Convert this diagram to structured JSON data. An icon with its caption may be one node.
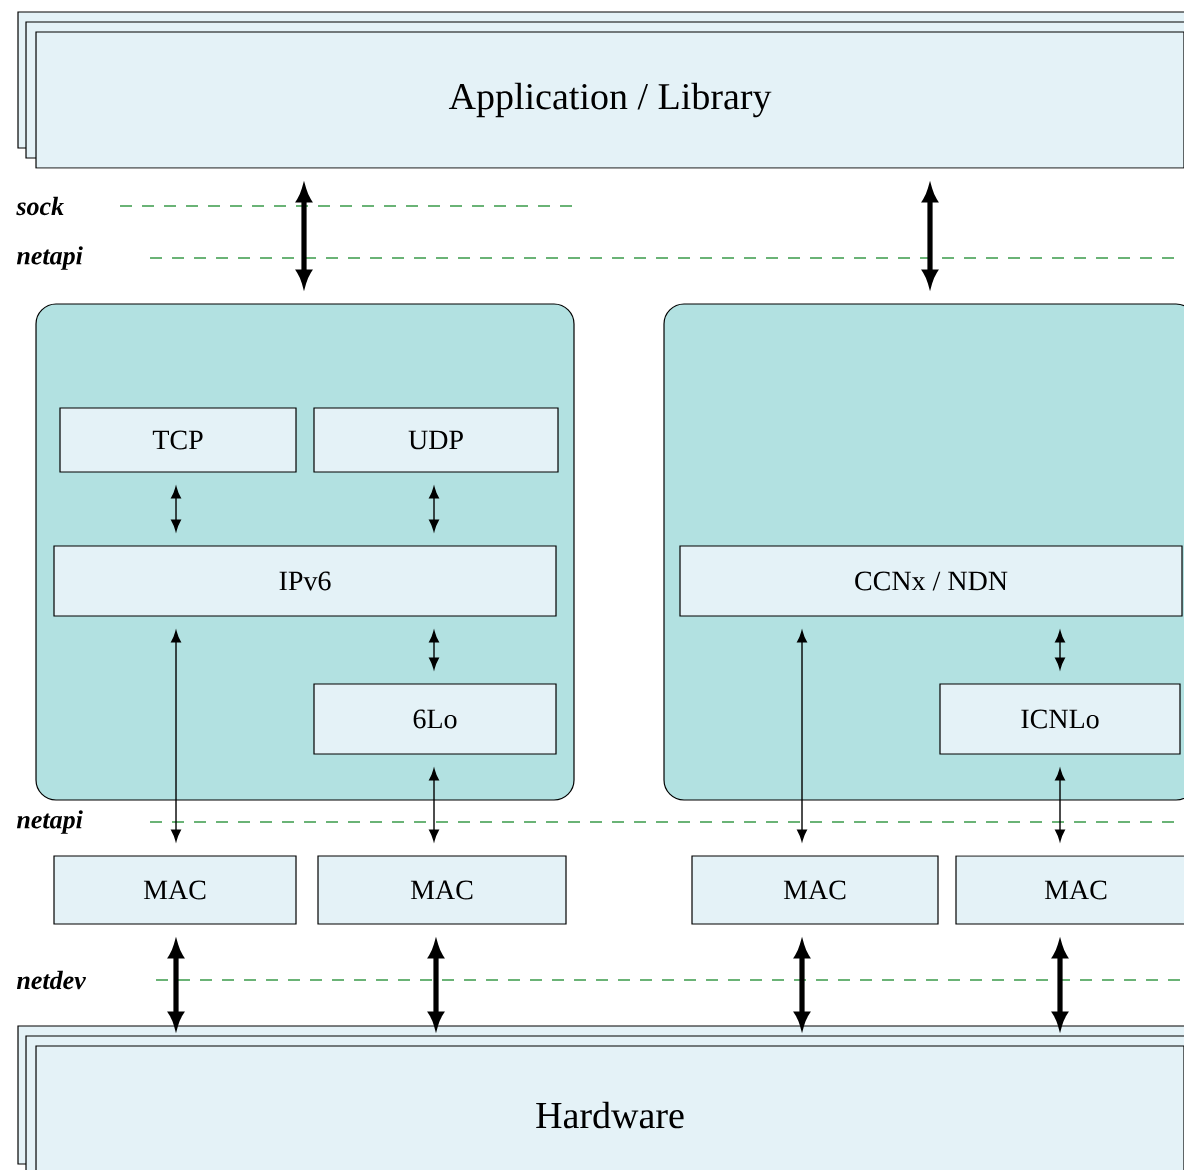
{
  "diagram": {
    "nodes": [
      {
        "text": [
          "Application / Library"
        ]
      },
      {
        "text": [],
        "shape": "box"
      },
      {
        "text": [
          "TCP"
        ],
        "in": 1
      },
      {
        "text": [
          "UDP"
        ],
        "in": 1
      },
      {
        "text": [
          "IPv6"
        ],
        "in": 1
      },
      {
        "text": [
          "6Lo"
        ],
        "in": 1
      },
      {
        "text": [],
        "shape": "box"
      },
      {
        "text": [
          "CCNx / NDN"
        ],
        "in": 6
      },
      {
        "text": [
          "ICNLo"
        ],
        "in": 6
      },
      {
        "text": [
          "MAC"
        ]
      },
      {
        "text": [
          "MAC"
        ]
      },
      {
        "text": [
          "MAC"
        ]
      },
      {
        "text": [
          "MAC"
        ]
      },
      {
        "text": [
          "Hardware"
        ]
      }
    ],
    "edges": [
      {
        "from": 0,
        "to": 1,
        "arrow": "both",
        "style": "thick"
      },
      {
        "from": 0,
        "to": 6,
        "arrow": "both",
        "style": "thick"
      },
      {
        "from": 2,
        "to": 4,
        "arrow": "both"
      },
      {
        "from": 3,
        "to": 4,
        "arrow": "both"
      },
      {
        "from": 4,
        "to": 5,
        "arrow": "both"
      },
      {
        "from": 4,
        "to": 9,
        "arrow": "both"
      },
      {
        "from": 5,
        "to": 10,
        "arrow": "both"
      },
      {
        "from": 7,
        "to": 8,
        "arrow": "both"
      },
      {
        "from": 7,
        "to": 11,
        "arrow": "both"
      },
      {
        "from": 8,
        "to": 12,
        "arrow": "both"
      },
      {
        "from": 9,
        "to": 13,
        "arrow": "both",
        "style": "thick"
      },
      {
        "from": 10,
        "to": 13,
        "arrow": "both",
        "style": "thick"
      },
      {
        "from": 11,
        "to": 13,
        "arrow": "both",
        "style": "thick"
      },
      {
        "from": 12,
        "to": 13,
        "arrow": "both",
        "style": "thick"
      }
    ],
    "labels": [
      "sock",
      "netapi",
      "netapi",
      "netdev"
    ]
  }
}
